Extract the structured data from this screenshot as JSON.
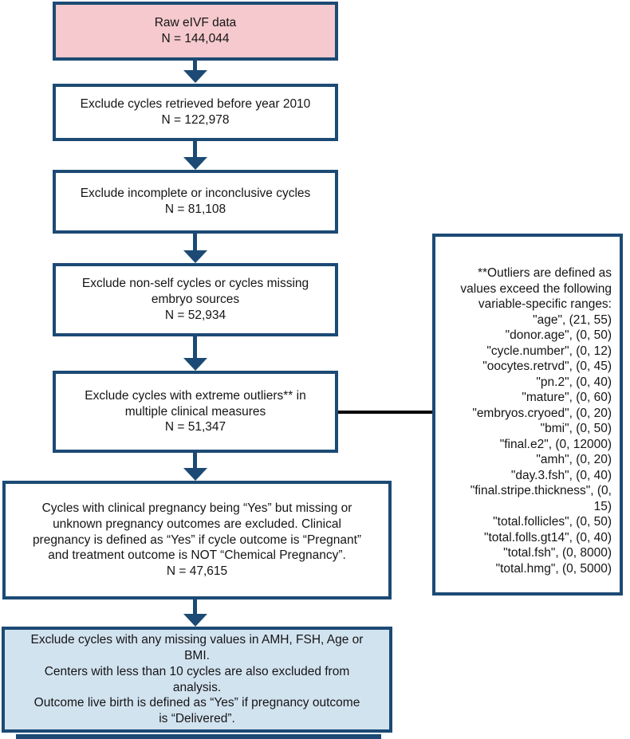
{
  "colors": {
    "box_border": "#1c4a74",
    "arrow": "#1c4a74",
    "raw_box_fill": "#f5c9cd",
    "final_box_fill": "#d2e3f0",
    "connector_line": "#000000",
    "text": "#151515"
  },
  "flow_boxes": [
    {
      "name": "raw-data",
      "lines": [
        "Raw eIVF data",
        "N = 144,044"
      ]
    },
    {
      "name": "exclude-before-2010",
      "lines": [
        "Exclude cycles retrieved before year 2010",
        "N = 122,978"
      ]
    },
    {
      "name": "exclude-incomplete",
      "lines": [
        "Exclude incomplete or inconclusive cycles",
        "N = 81,108"
      ]
    },
    {
      "name": "exclude-non-self",
      "lines": [
        "Exclude non-self cycles or cycles missing",
        "embryo sources",
        "N = 52,934"
      ]
    },
    {
      "name": "exclude-outliers",
      "lines": [
        "Exclude cycles with extreme outliers** in",
        "multiple clinical measures",
        "N = 51,347"
      ]
    },
    {
      "name": "exclude-missing-outcomes",
      "lines": [
        "Cycles with clinical pregnancy being “Yes” but missing or",
        "unknown pregnancy outcomes are excluded. Clinical",
        "pregnancy is defined as “Yes” if cycle outcome is “Pregnant”",
        "and treatment outcome is NOT “Chemical Pregnancy”.",
        "N = 47,615"
      ]
    },
    {
      "name": "final-exclusions",
      "lines": [
        "Exclude cycles with any missing values in AMH, FSH, Age or",
        "BMI.",
        "Centers with less than 10 cycles are also excluded from",
        "analysis.",
        "Outcome live birth is defined as “Yes” if pregnancy outcome",
        "is “Delivered”."
      ]
    }
  ],
  "outlier_note": {
    "lines": [
      "**Outliers are defined as",
      "values exceed the following",
      "variable-specific ranges:",
      "\"age\", (21, 55)",
      "\"donor.age\", (0, 50)",
      "\"cycle.number\", (0, 12)",
      "\"oocytes.retrvd\", (0, 45)",
      "\"pn.2\", (0, 40)",
      "\"mature\", (0, 60)",
      "\"embryos.cryoed\", (0, 20)",
      "\"bmi\", (0, 50)",
      "\"final.e2\", (0, 12000)",
      "\"amh\", (0, 20)",
      "\"day.3.fsh\", (0, 40)",
      "\"final.stripe.thickness\", (0,",
      "15)",
      "\"total.follicles\", (0, 50)",
      "\"total.folls.gt14\", (0, 40)",
      "\"total.fsh\", (0, 8000)",
      "\"total.hmg\", (0, 5000)"
    ]
  }
}
